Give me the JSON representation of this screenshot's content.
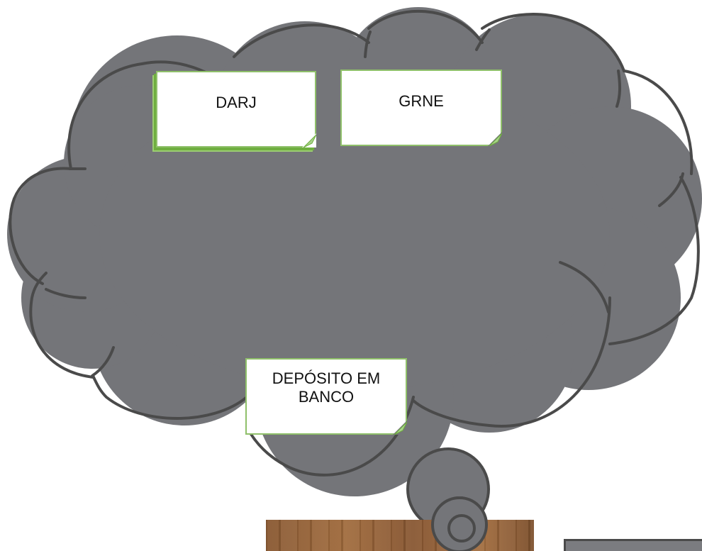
{
  "notes": {
    "darj": "DARJ",
    "grne": "GRNE",
    "deposito": "DEPÓSITO EM BANCO"
  },
  "colors": {
    "cloud_fill": "#747579",
    "cloud_stroke": "#4a4a4a",
    "note_border": "#8fc06a",
    "note_fold": "#a8d38a"
  }
}
